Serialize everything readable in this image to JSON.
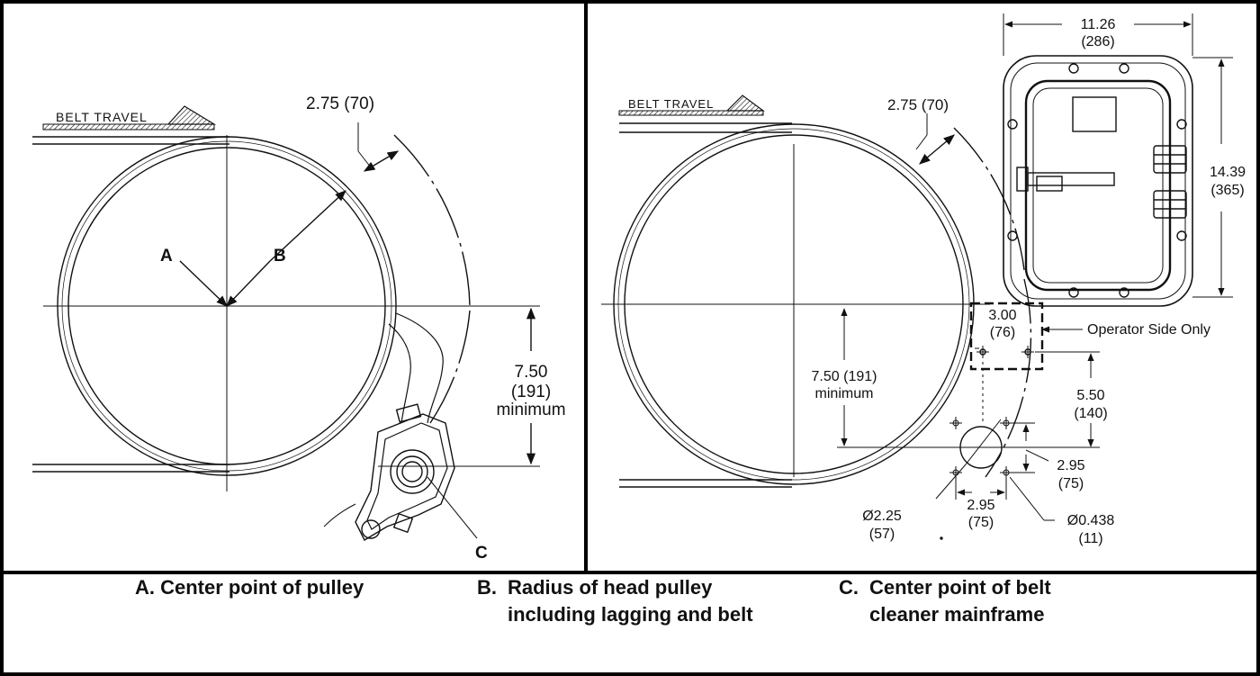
{
  "left_panel": {
    "belt_travel": "BELT TRAVEL",
    "dim_top": "2.75 (70)",
    "label_a": "A",
    "label_b": "B",
    "label_c": "C",
    "dim_side_1": "7.50",
    "dim_side_2": "(191)",
    "dim_side_3": "minimum"
  },
  "right_panel": {
    "belt_travel": "BELT TRAVEL",
    "dim_top": "2.75 (70)",
    "width_1": "11.26",
    "width_2": "(286)",
    "height_1": "14.39",
    "height_2": "(365)",
    "box_1": "3.00",
    "box_2": "(76)",
    "operator": "Operator Side Only",
    "min_1": "7.50 (191)",
    "min_2": "minimum",
    "v_1": "5.50",
    "v_2": "(140)",
    "h1_1": "2.95",
    "h1_2": "(75)",
    "h2_1": "2.95",
    "h2_2": "(75)",
    "dia_1": "Ø2.25",
    "dia_2": "(57)",
    "bolt_1": "Ø0.438",
    "bolt_2": "(11)"
  },
  "legend": {
    "a_label": "A.",
    "a_text": "Center point of pulley",
    "b_label": "B.",
    "b_text_1": "Radius of head pulley",
    "b_text_2": "including lagging and belt",
    "c_label": "C.",
    "c_text_1": "Center point of belt",
    "c_text_2": "cleaner mainframe"
  },
  "colors": {
    "line": "#111111",
    "background": "#ffffff"
  }
}
